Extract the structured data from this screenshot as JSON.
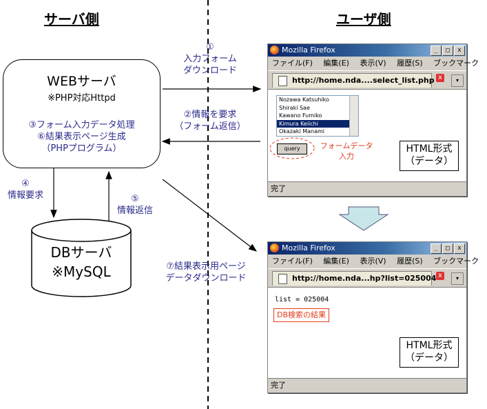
{
  "headings": {
    "server_side": "サーバ側",
    "user_side": "ユーザ側"
  },
  "web_server": {
    "title": "WEBサーバ",
    "subtitle": "※PHP対応Httpd",
    "process_lines": [
      "③フォーム入力データ処理",
      "⑥結果表示ページ生成",
      "（PHPプログラム）"
    ]
  },
  "db_server": {
    "title": "DBサーバ",
    "subtitle": "※MySQL"
  },
  "steps": {
    "s1": [
      "①",
      "入力フォーム",
      "ダウンロード"
    ],
    "s2": [
      "②情報を要求",
      "（フォーム返信）"
    ],
    "s4": [
      "④",
      "情報要求"
    ],
    "s5": [
      "⑤",
      "情報返信"
    ],
    "s7": [
      "⑦結果表示用ページ",
      "データダウンロード"
    ]
  },
  "browser1": {
    "window_title": "Mozilla Firefox",
    "menu": [
      "ファイル(F)",
      "編集(E)",
      "表示(V)",
      "履歴(S)",
      "ブックマーク"
    ],
    "tab_title": "http://home.nda....select_list.php",
    "list_items": [
      "Nozawa Katsuhiko",
      "Shiraki Sae",
      "Kawano Fumiko",
      "Kimura Keiichi",
      "Okazaki Manami"
    ],
    "selected_index": 3,
    "query_button": "query",
    "annotation_lines": [
      "フォームデータ",
      "入力"
    ],
    "html_label_lines": [
      "HTML形式",
      "（データ）"
    ],
    "status": "完了"
  },
  "browser2": {
    "window_title": "Mozilla Firefox",
    "menu": [
      "ファイル(F)",
      "編集(E)",
      "表示(V)",
      "履歴(S)",
      "ブックマーク"
    ],
    "tab_title": "http://home.nda...hp?list=025004",
    "result_text": "list = 025004",
    "result_label": "DB検索の結果",
    "html_label_lines": [
      "HTML形式",
      "（データ）"
    ],
    "status": "完了"
  },
  "colors": {
    "step_text": "#2b2b8c",
    "annotation": "#e03c1c",
    "down_arrow": "#c6e6ea"
  }
}
